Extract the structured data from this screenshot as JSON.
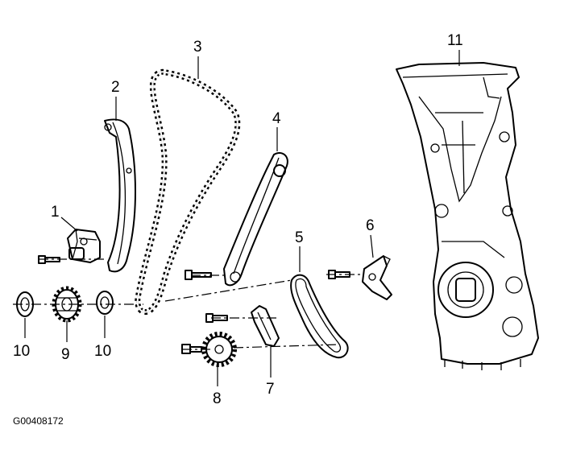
{
  "figure_code": "G00408172",
  "callouts": {
    "c1": "1",
    "c2": "2",
    "c3": "3",
    "c4": "4",
    "c5": "5",
    "c6": "6",
    "c7": "7",
    "c8": "8",
    "c9": "9",
    "c10a": "10",
    "c10b": "10",
    "c11": "11"
  }
}
